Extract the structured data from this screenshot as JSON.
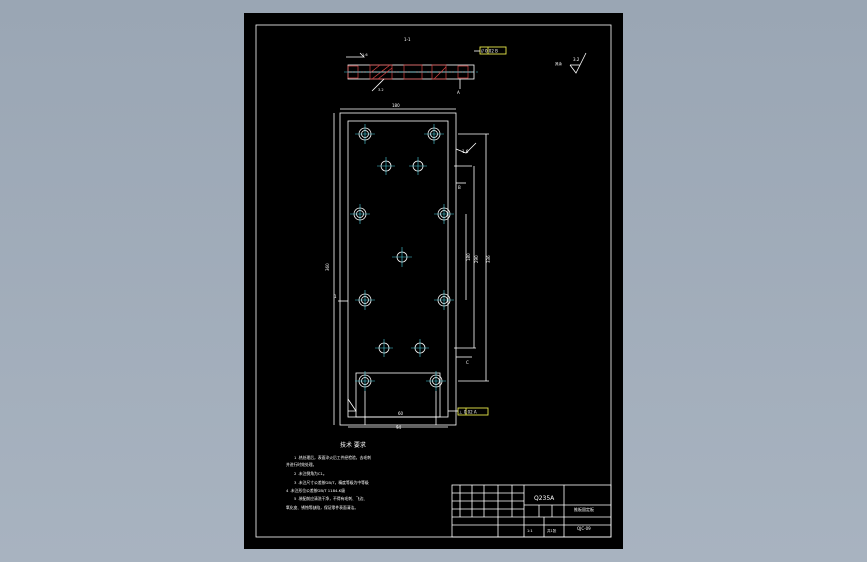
{
  "section_label": "1-1",
  "roughness": {
    "default": "3.2",
    "r1": "1.6",
    "r2": "3.2",
    "r3": "1.6",
    "other_label": "其余"
  },
  "tolerances": {
    "top": "// 0.02 B",
    "right_side": "⊥ 0.02 A"
  },
  "datums": {
    "a": "A",
    "b": "B",
    "c": "C"
  },
  "dims": {
    "top_width": "180",
    "left_height": "360",
    "right_h1": "180",
    "right_h2": "290",
    "right_h3": "336",
    "bottom_inner": "60",
    "bottom_outer": "94"
  },
  "tech_req": {
    "title": "技术 要求",
    "lines": [
      "1 .热处理后，表面淬火后工件经检验，去毛刺",
      "并进行时效处理。",
      "2 .未注倒角为C1。",
      "3 .未注尺寸公差按GB/T，精度等级为中等级",
      "4 .未注形位公差按GB/T 1184-K级",
      "5 .装配前应清洗干净，不得有毛刺、飞边、",
      "氧化皮、锈蚀等缺陷，保证零件表面清洁。"
    ]
  },
  "title_block": {
    "material": "Q235A",
    "part_name": "推板固定板",
    "drawing_no": "QJC-09",
    "scale": "1:1",
    "sheet": "共1张"
  }
}
